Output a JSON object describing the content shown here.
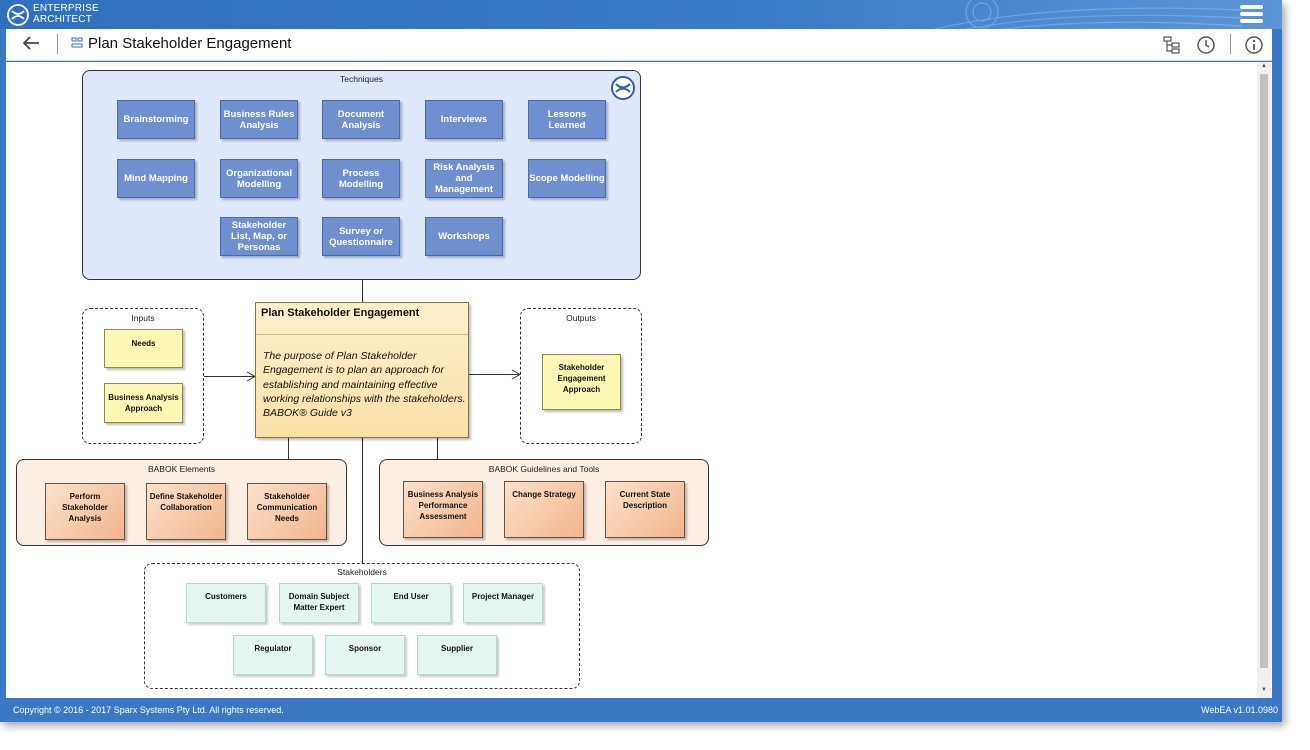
{
  "brand": {
    "line1": "ENTERPRISE",
    "line2": "ARCHITECT"
  },
  "page": {
    "title": "Plan Stakeholder Engagement"
  },
  "diagram": {
    "techniques": {
      "label": "Techniques",
      "items": [
        "Brainstorming",
        "Business Rules Analysis",
        "Document Analysis",
        "Interviews",
        "Lessons Learned",
        "Mind Mapping",
        "Organizational Modelling",
        "Process Modelling",
        "Risk Analysis and Management",
        "Scope Modelling",
        "Stakeholder List, Map, or Personas",
        "Survey or Questionnaire",
        "Workshops"
      ]
    },
    "inputs": {
      "label": "Inputs",
      "items": [
        "Needs",
        "Business Analysis Approach"
      ]
    },
    "outputs": {
      "label": "Outputs",
      "items": [
        "Stakeholder Engagement Approach"
      ]
    },
    "task": {
      "title": "Plan Stakeholder Engagement",
      "description": "The purpose of Plan Stakeholder Engagement is to plan an approach for establishing and maintaining effective working relationships with the stakeholders. BABOK® Guide v3"
    },
    "elements": {
      "label": "BABOK Elements",
      "items": [
        "Perform Stakeholder Analysis",
        "Define Stakeholder Collaboration",
        "Stakeholder Communication Needs"
      ]
    },
    "guidelines": {
      "label": "BABOK Guidelines and Tools",
      "items": [
        "Business Analysis Performance Assessment",
        "Change Strategy",
        "Current State Description"
      ]
    },
    "stakeholders": {
      "label": "Stakeholders",
      "items": [
        "Customers",
        "Domain Subject Matter Expert",
        "End User",
        "Project Manager",
        "Regulator",
        "Sponsor",
        "Supplier"
      ]
    }
  },
  "footer": {
    "copyright": "Copyright © 2016 - 2017 Sparx Systems Pty Ltd. All rights reserved.",
    "version": "WebEA v1.01.0980"
  },
  "colors": {
    "header": "#3a78c3",
    "technique": "#6f8fcf",
    "techniques_bg": "#dfe8fb"
  }
}
